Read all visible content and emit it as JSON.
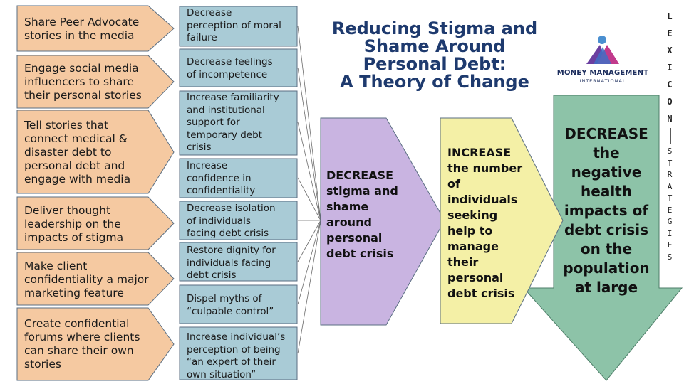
{
  "title": "Reducing Stigma and\nShame Around\nPersonal Debt:\nA Theory of Change",
  "activities": [
    "Share Peer Advocate\nstories in the media",
    "Engage social media\ninfluencers to share\ntheir personal stories",
    "Tell stories that\nconnect medical &\ndisaster debt to\npersonal debt and\nengage with media",
    "Deliver thought\nleadership on the\nimpacts of stigma",
    "Make client\nconfidentiality a major\nmarketing feature",
    "Create confidential\nforums where clients\ncan share their own\nstories"
  ],
  "outcomes": [
    "Decrease\nperception of moral\nfailure",
    "Decrease feelings\nof incompetence",
    "Increase familiarity\nand institutional\nsupport for\ntemporary debt\ncrisis",
    "Increase\nconfidence in\nconfidentiality",
    "Decrease isolation\nof individuals\nfacing debt crisis",
    "Restore dignity for\nindividuals facing\ndebt crisis",
    "Dispel myths of\n“culpable control”",
    "Increase individual’s\nperception of being\n“an expert of their\nown situation”"
  ],
  "goal_stigma": "DECREASE\nstigma and\nshame\naround\npersonal\ndebt crisis",
  "goal_help": "INCREASE\nthe number\nof\nindividuals\nseeking\nhelp to\nmanage\ntheir\npersonal\ndebt crisis",
  "goal_health": "DECREASE\nthe\nnegative\nhealth\nimpacts of\ndebt crisis\non the\npopulation\nat large",
  "logo": {
    "name": "MONEY MANAGEMENT",
    "sub": "INTERNATIONAL"
  },
  "brand": {
    "top": "LEXICON",
    "bottom": "STRATEGIES"
  },
  "colors": {
    "activity_fill": "#f5c9a1",
    "outcome_fill": "#a9cbd6",
    "stigma_fill": "#c9b4e1",
    "help_fill": "#f4f0a6",
    "health_fill": "#8dc3a8",
    "title": "#1e3a6e"
  }
}
